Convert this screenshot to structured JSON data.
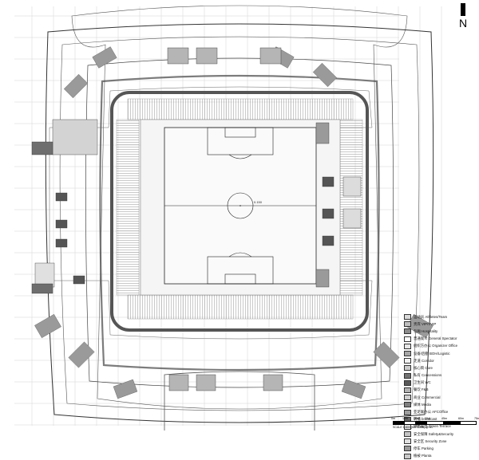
{
  "north_label": "N",
  "field": {
    "center_level": "0.150"
  },
  "legend": {
    "items": [
      {
        "label": "运动员 Athletes/Team",
        "color": "#d9d9d9"
      },
      {
        "label": "贵宾 VIP/VVIP",
        "color": "#bfbfbf"
      },
      {
        "label": "包厢 Hospitality",
        "color": "#8c8c8c"
      },
      {
        "label": "普通观众 General Spectator",
        "color": "#ffffff"
      },
      {
        "label": "组织方办公 Organizer Office",
        "color": "#e6e6e6"
      },
      {
        "label": "设备/后勤 BOH/Logistic",
        "color": "#a6a6a6"
      },
      {
        "label": "走道 Corridor",
        "color": "#f2f2f2"
      },
      {
        "label": "核心筒 Core",
        "color": "#cccccc"
      },
      {
        "label": "私有 Concessions",
        "color": "#737373"
      },
      {
        "label": "卫生间 WC",
        "color": "#595959"
      },
      {
        "label": "餐饮 F&B",
        "color": "#b3b3b3"
      },
      {
        "label": "商业 Commercial",
        "color": "#d0d0d0"
      },
      {
        "label": "媒体 Media",
        "color": "#7f7f7f"
      },
      {
        "label": "亚足联办公 AFCOffice",
        "color": "#9e9e9e"
      },
      {
        "label": "转播 broadcast",
        "color": "#666666"
      },
      {
        "label": "绿色露台 Green Terrace",
        "color": "#ededed"
      },
      {
        "label": "安全保障 Safety&Security",
        "color": "#c4c4c4"
      },
      {
        "label": "安全区 Security  Zone",
        "color": "#e0e0e0"
      },
      {
        "label": "停车 Parking",
        "color": "#999999"
      },
      {
        "label": "植被 Planta",
        "color": "#c9c9c9"
      }
    ]
  },
  "scale": {
    "ticks": [
      "0m",
      "10m",
      "20m",
      "30m",
      "45m",
      "60m",
      "75m"
    ],
    "caption": "SCALE 1:800 (METERS) @ A1"
  }
}
